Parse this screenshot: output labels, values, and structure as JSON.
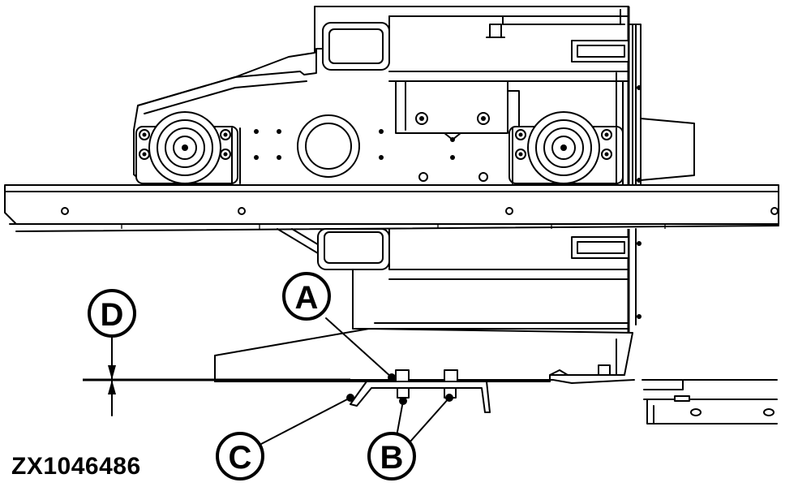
{
  "callouts": {
    "a": "A",
    "b": "B",
    "c": "C",
    "d": "D"
  },
  "figure_id": "ZX1046486",
  "colors": {
    "line": "#000000",
    "background": "#ffffff"
  }
}
